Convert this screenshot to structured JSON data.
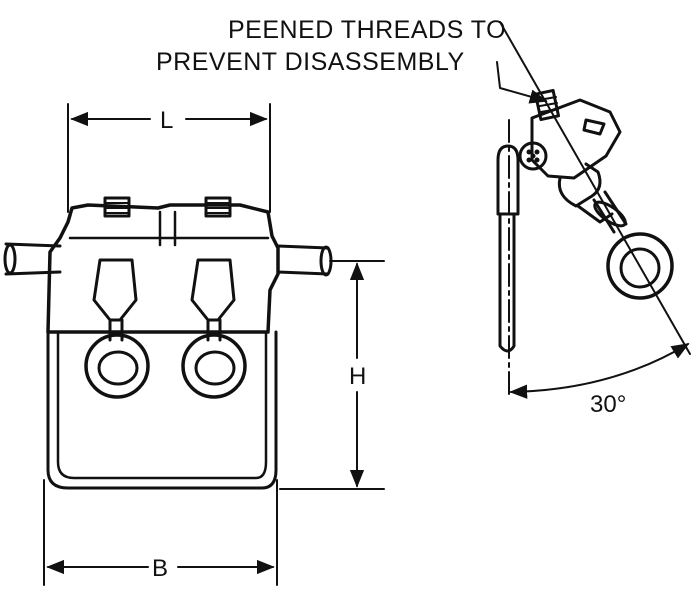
{
  "callout": {
    "line1": "PEENED THREADS TO",
    "line2": "PREVENT DISASSEMBLY"
  },
  "dimensions": {
    "length": "L",
    "height": "H",
    "base": "B",
    "angle": "30°"
  }
}
